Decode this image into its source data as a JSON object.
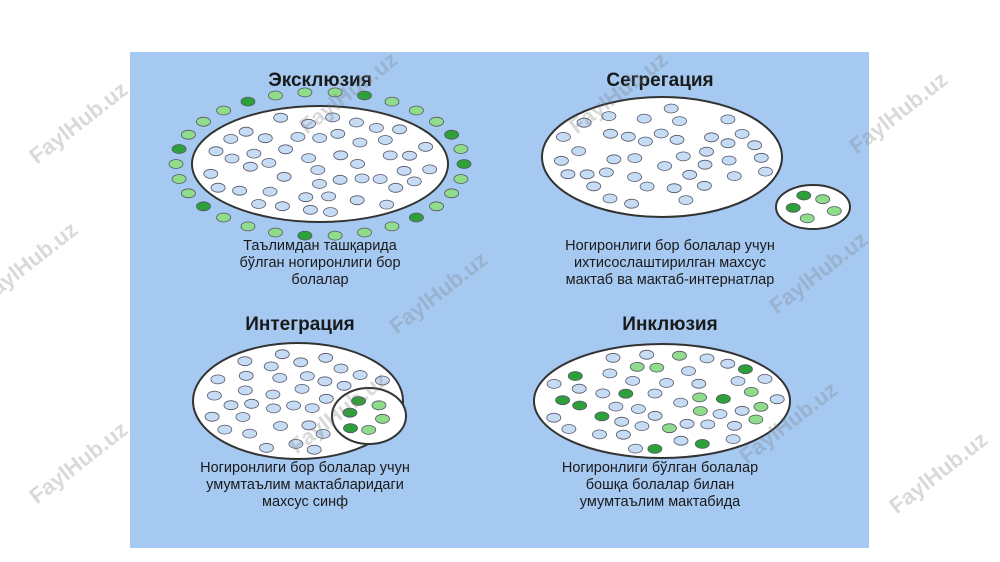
{
  "panels": [
    {
      "id": "exclusion",
      "title": "Эксклюзия",
      "caption": [
        "Таълимдан ташқарида",
        "бўлган ногиронлиги бор",
        "болалар"
      ]
    },
    {
      "id": "segregation",
      "title": "Сегрегация",
      "caption": [
        "Ногиронлиги бор болалар учун",
        "ихтисослаштирилган махсус",
        "мактаб ва мактаб-интернатлар"
      ]
    },
    {
      "id": "integration",
      "title": "Интеграция",
      "caption": [
        "Ногиронлиги бор болалар учун",
        "умумтаълим мактабларидаги",
        "махсус синф"
      ]
    },
    {
      "id": "inclusion",
      "title": "Инклюзия",
      "caption": [
        "Ногиронлиги бўлган болалар",
        "бошқа болалар билан",
        "умумтаълим мактабида"
      ]
    }
  ],
  "watermark": "FaylHub.uz",
  "colors": {
    "background": "#a6c9f1",
    "circle_fill": "#ffffff",
    "dot_blue": "#c6dcf5",
    "dot_green": "#8fdc8a",
    "dot_dark_green": "#2ea03a",
    "outline": "#333333"
  }
}
